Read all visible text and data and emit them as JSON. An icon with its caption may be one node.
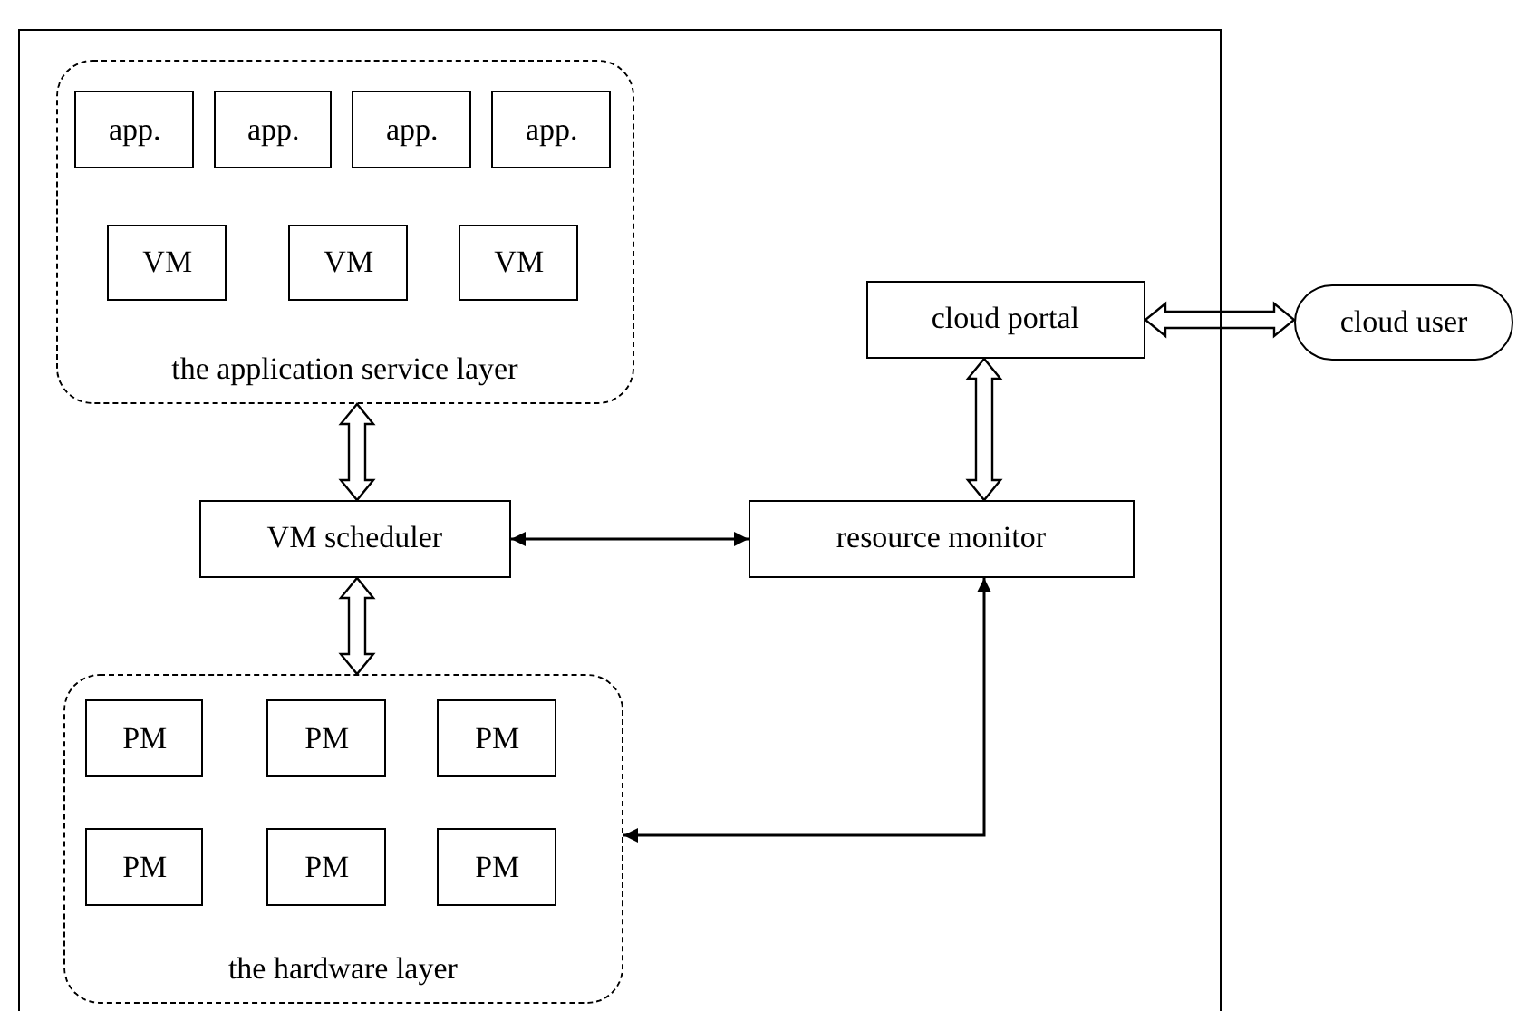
{
  "diagram": {
    "nodes": [
      {
        "text": [],
        "shape": "box"
      },
      {
        "text": [
          "the application service layer"
        ],
        "in": 0
      },
      {
        "text": [
          "app."
        ],
        "in": 1
      },
      {
        "text": [
          "app."
        ],
        "in": 1
      },
      {
        "text": [
          "app."
        ],
        "in": 1
      },
      {
        "text": [
          "app."
        ],
        "in": 1
      },
      {
        "text": [
          "VM"
        ],
        "in": 1
      },
      {
        "text": [
          "VM"
        ],
        "in": 1
      },
      {
        "text": [
          "VM"
        ],
        "in": 1
      },
      {
        "text": [
          "cloud portal"
        ],
        "in": 0
      },
      {
        "text": [
          "cloud user"
        ]
      },
      {
        "text": [
          "VM scheduler"
        ],
        "in": 0
      },
      {
        "text": [
          "resource monitor"
        ],
        "in": 0
      },
      {
        "text": [
          "the hardware layer"
        ],
        "in": 0
      },
      {
        "text": [
          "PM"
        ],
        "in": 13
      },
      {
        "text": [
          "PM"
        ],
        "in": 13
      },
      {
        "text": [
          "PM"
        ],
        "in": 13
      },
      {
        "text": [
          "PM"
        ],
        "in": 13
      },
      {
        "text": [
          "PM"
        ],
        "in": 13
      },
      {
        "text": [
          "PM"
        ],
        "in": 13
      }
    ],
    "edges": [
      {
        "from": 1,
        "to": 11,
        "arrow": "both",
        "style": "thick"
      },
      {
        "from": 11,
        "to": 13,
        "arrow": "both",
        "style": "thick"
      },
      {
        "from": 11,
        "to": 12,
        "arrow": "both"
      },
      {
        "from": 9,
        "to": 12,
        "arrow": "both",
        "style": "thick"
      },
      {
        "from": 9,
        "to": 10,
        "arrow": "both",
        "style": "thick"
      },
      {
        "from": 12,
        "to": 13,
        "arrow": "both"
      }
    ]
  }
}
